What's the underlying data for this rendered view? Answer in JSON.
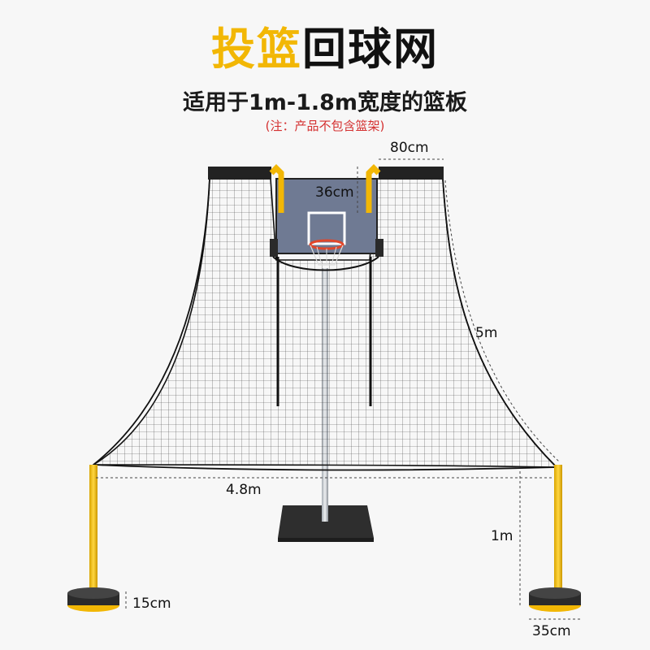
{
  "title": {
    "part1": "投篮",
    "part2": "回球网"
  },
  "subtitle": "适用于1m-1.8m宽度的篮板",
  "note": "(注：产品不包含篮架)",
  "dimensions": {
    "top_width": "80cm",
    "hook_height": "36cm",
    "net_length": "5m",
    "net_width": "4.8m",
    "pole_height": "1m",
    "base_height": "15cm",
    "base_width": "35cm"
  },
  "colors": {
    "accent": "#f2b705",
    "net": "#1b1b1b",
    "backboard": "#6f7a93",
    "rim": "#e0462a",
    "base": "#2b2b2b"
  }
}
